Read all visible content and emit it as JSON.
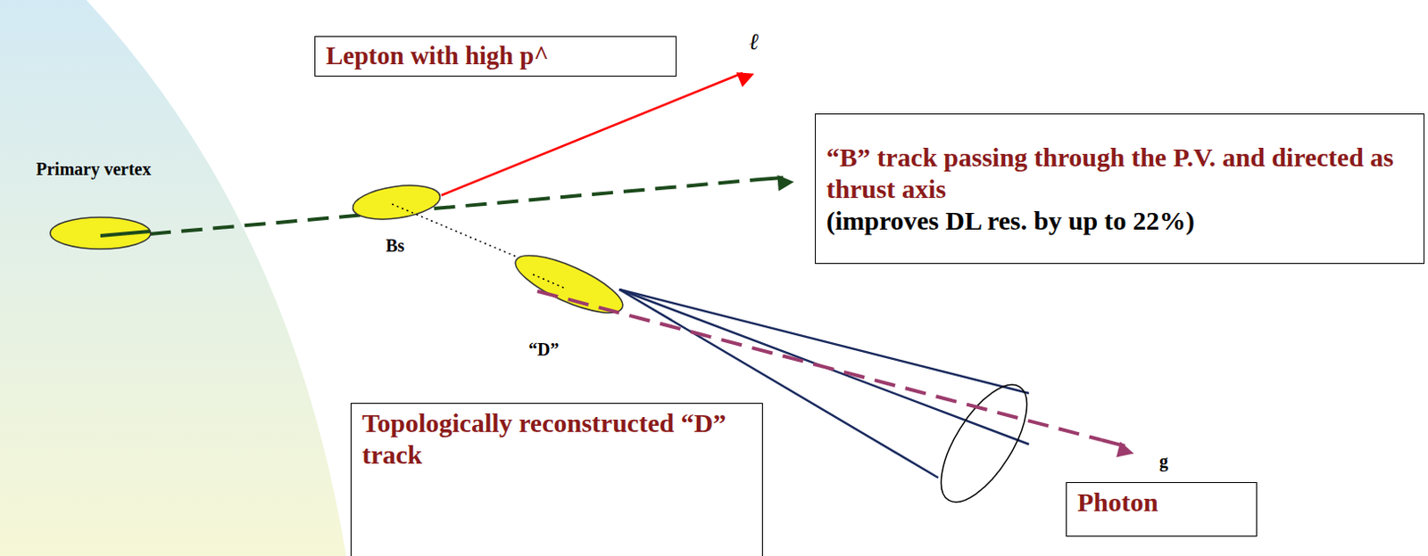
{
  "diagram": {
    "nodes": [
      {
        "text": [
          "Lepton with high p^"
        ]
      },
      {
        "text": [
          "“B” track passing through the P.V. and directed as thrust axis",
          "(improves DL res. by up to 22%)"
        ]
      },
      {
        "text": [
          "Topologically reconstructed “D” track"
        ]
      },
      {
        "text": [
          "Photon"
        ]
      }
    ],
    "labels": [
      "ℓ",
      "Primary vertex",
      "Bs",
      "“D”",
      "g"
    ]
  }
}
